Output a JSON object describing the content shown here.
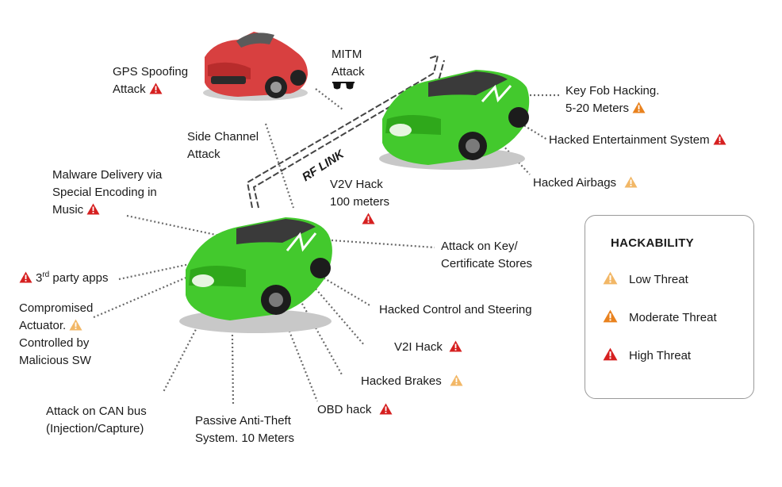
{
  "labels": {
    "gps": [
      "GPS Spoofing",
      "Attack"
    ],
    "mitm": [
      "MITM",
      "Attack"
    ],
    "keyfob": [
      "Key Fob Hacking.",
      "5-20 Meters"
    ],
    "entertainment": "Hacked Entertainment System",
    "airbags": "Hacked Airbags",
    "side_channel": [
      "Side Channel",
      "Attack"
    ],
    "malware": [
      "Malware Delivery via",
      "Special Encoding in",
      "Music"
    ],
    "v2v": [
      "V2V Hack",
      "100 meters"
    ],
    "rf_link": "RF LINK",
    "key_cert": [
      "Attack on Key/",
      "Certificate Stores"
    ],
    "third_party_num": "3",
    "third_party_sup": "rd",
    "third_party_rest": " party apps",
    "actuator": [
      "Compromised",
      "Actuator.",
      "Controlled by",
      "Malicious SW"
    ],
    "control_steering": "Hacked Control and Steering",
    "v2i": "V2I Hack",
    "brakes": "Hacked Brakes",
    "obd": "OBD hack",
    "can_bus": [
      "Attack on CAN bus",
      "(Injection/Capture)"
    ],
    "anti_theft": [
      "Passive Anti-Theft",
      "System. 10 Meters"
    ]
  },
  "legend": {
    "title": "HACKABILITY",
    "low": "Low Threat",
    "moderate": "Moderate Threat",
    "high": "High Threat"
  },
  "colors": {
    "low": "#f2b766",
    "moderate": "#e9821e",
    "high": "#d62020",
    "car_green": "#43c92d",
    "car_red": "#d84040"
  },
  "icons": {
    "sunglasses": "sunglasses-icon",
    "threat": "warning-triangle-icon"
  }
}
